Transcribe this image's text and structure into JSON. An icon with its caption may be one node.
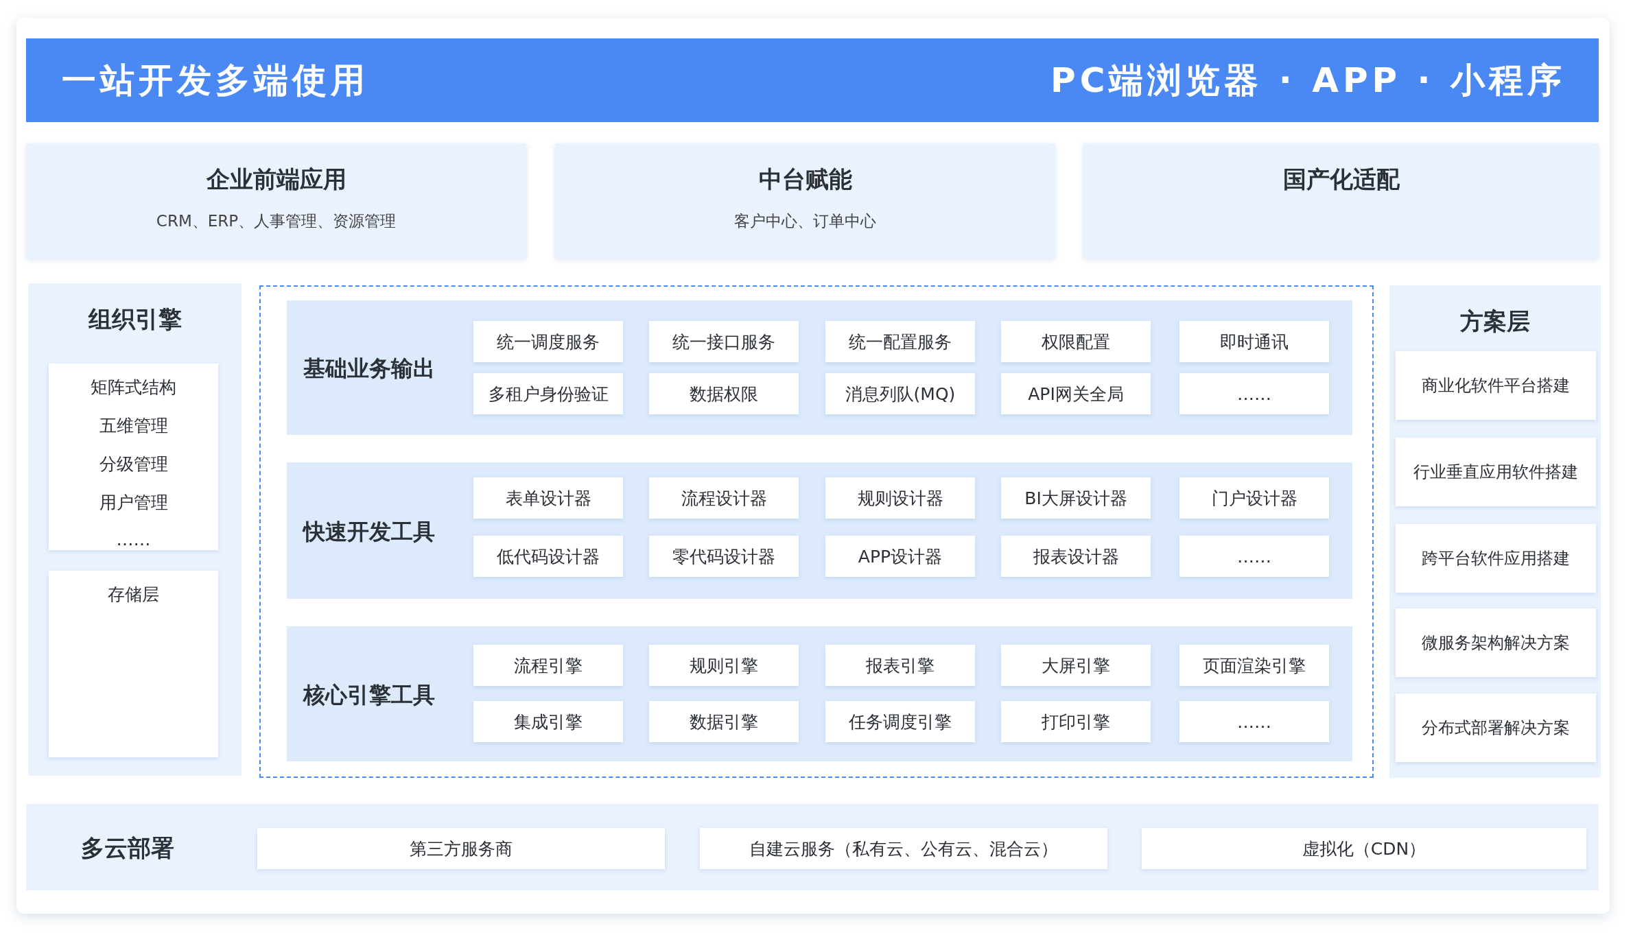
{
  "diagram": {
    "nodes": [
      {
        "text": [
          "一站开发多端使用",
          "PC端浏览器 · APP · 小程序"
        ]
      },
      {
        "text": [
          "企业前端应用",
          "CRM、ERP、人事管理、资源管理"
        ]
      },
      {
        "text": [
          "中台赋能",
          "客户中心、订单中心"
        ]
      },
      {
        "text": [
          "国产化适配"
        ]
      },
      {
        "text": [
          "组织引擎"
        ]
      },
      {
        "text": [
          "矩阵式结构",
          "五维管理",
          "分级管理",
          "用户管理",
          "……"
        ],
        "in": 4
      },
      {
        "text": [
          "存储层"
        ],
        "in": 4
      },
      {
        "text": [],
        "shape": "box"
      },
      {
        "text": [
          "基础业务输出"
        ],
        "in": 7
      },
      {
        "text": [
          "统一调度服务"
        ],
        "in": 8
      },
      {
        "text": [
          "统一接口服务"
        ],
        "in": 8
      },
      {
        "text": [
          "统一配置服务"
        ],
        "in": 8
      },
      {
        "text": [
          "权限配置"
        ],
        "in": 8
      },
      {
        "text": [
          "即时通讯"
        ],
        "in": 8
      },
      {
        "text": [
          "多租户身份验证"
        ],
        "in": 8
      },
      {
        "text": [
          "数据权限"
        ],
        "in": 8
      },
      {
        "text": [
          "消息列队(MQ)"
        ],
        "in": 8
      },
      {
        "text": [
          "API网关全局"
        ],
        "in": 8
      },
      {
        "text": [
          "……"
        ],
        "in": 8
      },
      {
        "text": [
          "快速开发工具"
        ],
        "in": 7
      },
      {
        "text": [
          "表单设计器"
        ],
        "in": 19
      },
      {
        "text": [
          "流程设计器"
        ],
        "in": 19
      },
      {
        "text": [
          "规则设计器"
        ],
        "in": 19
      },
      {
        "text": [
          "BI大屏设计器"
        ],
        "in": 19
      },
      {
        "text": [
          "门户设计器"
        ],
        "in": 19
      },
      {
        "text": [
          "低代码设计器"
        ],
        "in": 19
      },
      {
        "text": [
          "零代码设计器"
        ],
        "in": 19
      },
      {
        "text": [
          "APP设计器"
        ],
        "in": 19
      },
      {
        "text": [
          "报表设计器"
        ],
        "in": 19
      },
      {
        "text": [
          "……"
        ],
        "in": 19
      },
      {
        "text": [
          "核心引擎工具"
        ],
        "in": 7
      },
      {
        "text": [
          "流程引擎"
        ],
        "in": 30
      },
      {
        "text": [
          "规则引擎"
        ],
        "in": 30
      },
      {
        "text": [
          "报表引擎"
        ],
        "in": 30
      },
      {
        "text": [
          "大屏引擎"
        ],
        "in": 30
      },
      {
        "text": [
          "页面渲染引擎"
        ],
        "in": 30
      },
      {
        "text": [
          "集成引擎"
        ],
        "in": 30
      },
      {
        "text": [
          "数据引擎"
        ],
        "in": 30
      },
      {
        "text": [
          "任务调度引擎"
        ],
        "in": 30
      },
      {
        "text": [
          "打印引擎"
        ],
        "in": 30
      },
      {
        "text": [
          "……"
        ],
        "in": 30
      },
      {
        "text": [
          "方案层"
        ]
      },
      {
        "text": [
          "商业化软件平台搭建"
        ],
        "in": 41
      },
      {
        "text": [
          "行业垂直应用软件搭建"
        ],
        "in": 41
      },
      {
        "text": [
          "跨平台软件应用搭建"
        ],
        "in": 41
      },
      {
        "text": [
          "微服务架构解决方案"
        ],
        "in": 41
      },
      {
        "text": [
          "分布式部署解决方案"
        ],
        "in": 41
      },
      {
        "text": [
          "多云部署"
        ]
      },
      {
        "text": [
          "第三方服务商"
        ],
        "in": 47
      },
      {
        "text": [
          "自建云服务（私有云、公有云、混合云）"
        ],
        "in": 47
      },
      {
        "text": [
          "虚拟化（CDN）"
        ],
        "in": 47
      }
    ],
    "edges": []
  }
}
